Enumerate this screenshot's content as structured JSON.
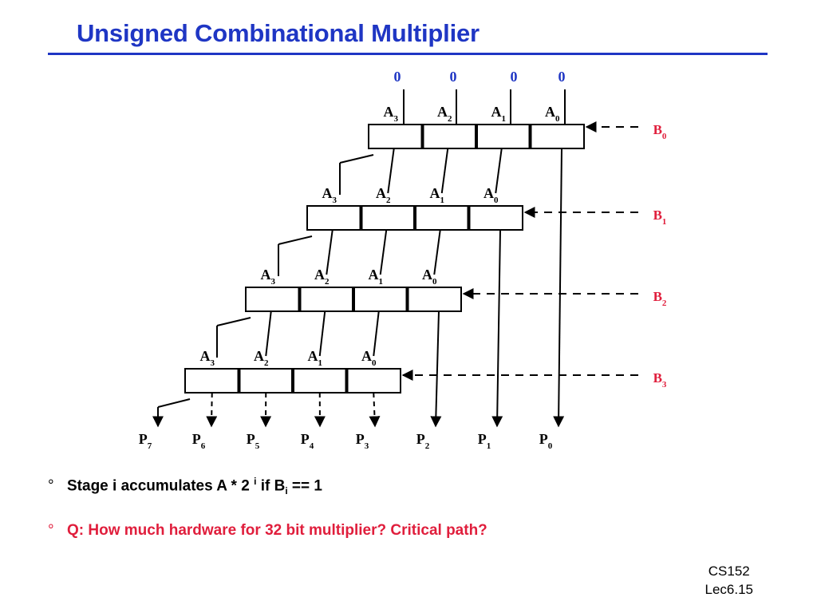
{
  "slide": {
    "title": "Unsigned Combinational Multiplier",
    "footer": {
      "course": "CS152",
      "lecture": "Lec6.15"
    }
  },
  "diagram": {
    "top_inputs": [
      "0",
      "0",
      "0",
      "0"
    ],
    "stages": [
      {
        "b_label": "B",
        "b_index": "0"
      },
      {
        "b_label": "B",
        "b_index": "1"
      },
      {
        "b_label": "B",
        "b_index": "2"
      },
      {
        "b_label": "B",
        "b_index": "3"
      }
    ],
    "a_labels": [
      {
        "base": "A",
        "index": "3"
      },
      {
        "base": "A",
        "index": "2"
      },
      {
        "base": "A",
        "index": "1"
      },
      {
        "base": "A",
        "index": "0"
      }
    ],
    "outputs": [
      {
        "base": "P",
        "index": "7"
      },
      {
        "base": "P",
        "index": "6"
      },
      {
        "base": "P",
        "index": "5"
      },
      {
        "base": "P",
        "index": "4"
      },
      {
        "base": "P",
        "index": "3"
      },
      {
        "base": "P",
        "index": "2"
      },
      {
        "base": "P",
        "index": "1"
      },
      {
        "base": "P",
        "index": "0"
      }
    ],
    "colors": {
      "zeros": "#1f36c4",
      "b_labels": "#e01e3c",
      "wires": "#000000"
    }
  },
  "bullets": [
    {
      "mark": "°",
      "pre": "Stage i  accumulates  A * 2 ",
      "sup": "i",
      "mid": " if B",
      "sub": "i",
      "post": " == 1"
    },
    {
      "mark": "°",
      "text": "Q: How much hardware for 32 bit multiplier? Critical path?"
    }
  ]
}
